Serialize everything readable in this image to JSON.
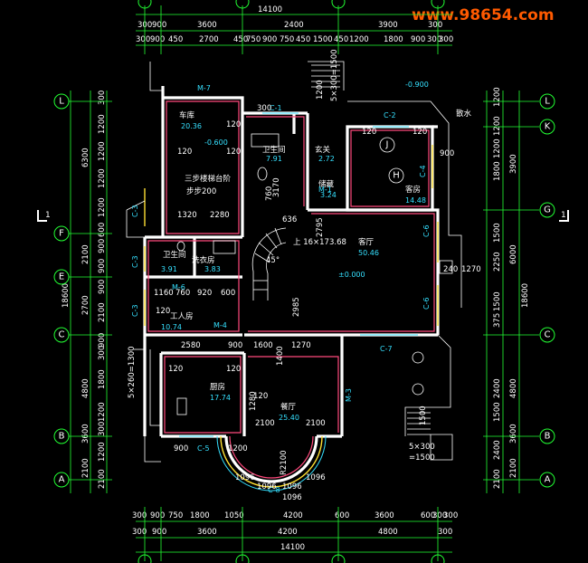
{
  "watermark": "www.98654.com",
  "top_dims": {
    "total": "14100",
    "row2": [
      "300",
      "900",
      "3600",
      "2400",
      "3900",
      "300"
    ],
    "row3": [
      "300",
      "900",
      "450",
      "2700",
      "450",
      "750",
      "900",
      "750",
      "450",
      "1500",
      "450",
      "1200",
      "1800",
      "900",
      "300",
      "300"
    ]
  },
  "bottom_dims": {
    "total": "14100",
    "row1": [
      "300",
      "900",
      "3600",
      "4200",
      "4800",
      "300"
    ],
    "row2": [
      "300",
      "900",
      "750",
      "1800",
      "1050",
      "4200",
      "600",
      "3600",
      "600",
      "300",
      "300"
    ]
  },
  "left_dims": {
    "total": "18600",
    "outer": [
      "6300",
      "2100",
      "2700",
      "4800",
      "3600",
      "2100"
    ],
    "inner": [
      "300",
      "1200",
      "1200",
      "1200",
      "1200",
      "600",
      "900",
      "900",
      "900",
      "2100",
      "900",
      "300",
      "1800",
      "1200",
      "300",
      "1200",
      "2100",
      "1200",
      "300",
      "2100"
    ]
  },
  "right_dims": {
    "total": "18600",
    "outer": [
      "3900",
      "6000",
      "4800",
      "3600",
      "2100"
    ],
    "inner": [
      "1200",
      "1200",
      "1200",
      "1800",
      "1500",
      "2250",
      "1500",
      "375",
      "2400",
      "1500",
      "2400",
      "2100"
    ]
  },
  "axes_rows": [
    "L",
    "K",
    "J",
    "H",
    "G",
    "F",
    "E",
    "C",
    "B",
    "A"
  ],
  "section_marks": [
    "1",
    "1"
  ],
  "rooms": [
    {
      "name": "车库",
      "area": "20.36"
    },
    {
      "name": "三步楼梯台阶",
      "area": "步步200"
    },
    {
      "name": "卫生间",
      "area": "7.91"
    },
    {
      "name": "玄关",
      "area": "2.72"
    },
    {
      "name": "储藏",
      "area": "3.24"
    },
    {
      "name": "客房",
      "area": "14.48"
    },
    {
      "name": "客厅",
      "area": "50.46"
    },
    {
      "name": "卫生间",
      "area": "3.91"
    },
    {
      "name": "洗衣房",
      "area": "3.83"
    },
    {
      "name": "工人房",
      "area": "10.74"
    },
    {
      "name": "厨房",
      "area": "17.74"
    },
    {
      "name": "餐厅",
      "area": "25.40"
    }
  ],
  "labels": {
    "garage_level": "-0.600",
    "entry_level": "-0.900",
    "floor_level": "±0.000",
    "stair_up": "上 16×173.68",
    "scatter": "散水",
    "entry_steps": "5×300=1500",
    "rear_steps": "5×300",
    "rear_steps_total": "=1500",
    "kitchen_steps": "5×260=1300",
    "radius": "R2100",
    "angle": "45°",
    "door_m7": "M-7",
    "door_m6": "M-6",
    "door_m3": "M-3",
    "door_m1": "M-1",
    "door_m4": "M-4",
    "win_c1": "C-1",
    "win_c2": "C-2",
    "win_c3": "C-3",
    "win_c4": "C-4",
    "win_c5": "C-5",
    "win_c6": "C-6",
    "win_c7": "C-7",
    "win_c8": "C-8",
    "dim_2985": "2985",
    "dim_1096": "1096",
    "dim_2100": "2100",
    "dim_1280": "1280",
    "dim_120": "120",
    "dim_240": "240",
    "dim_1270": "1270",
    "dim_2580": "2580",
    "dim_900": "900",
    "dim_1600": "1600",
    "dim_1400": "1400",
    "dim_1320": "1320",
    "dim_2280": "2280",
    "dim_760": "760",
    "dim_3170": "3170",
    "dim_636": "636",
    "dim_1160": "1160",
    "dim_920": "920",
    "dim_600": "600",
    "dim_5x300": "5×300",
    "dim_1500": "1500",
    "dim_300": "300",
    "dim_2795": "2795",
    "dim_1200": "1200",
    "dim_1800": "1800"
  }
}
